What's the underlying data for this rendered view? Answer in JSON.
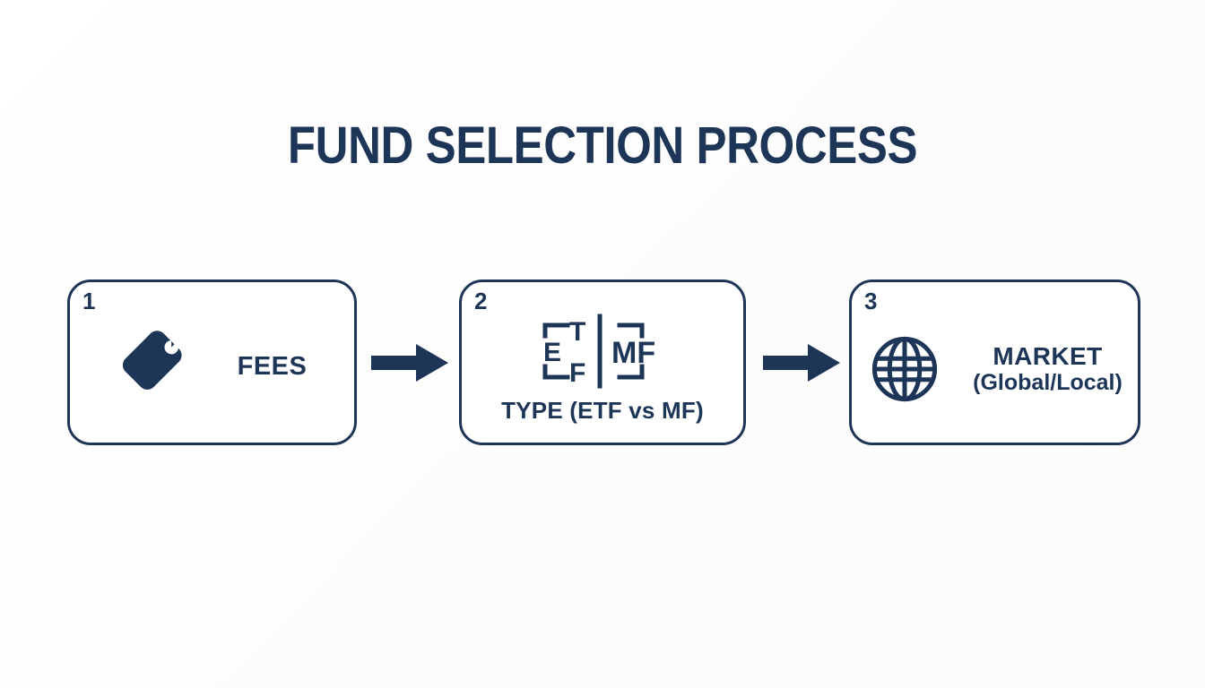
{
  "page": {
    "title": "FUND SELECTION PROCESS",
    "background_color": "#fdfdfd",
    "accent_color": "#1d3557"
  },
  "flow": {
    "steps": [
      {
        "number": "1",
        "label": "FEES",
        "sublabel": "",
        "icon": "price-tag-icon"
      },
      {
        "number": "2",
        "label": "TYPE (ETF vs MF)",
        "sublabel": "",
        "icon": "etf-vs-mf-icon",
        "icon_text": {
          "left_letters": [
            "E",
            "T",
            "F"
          ],
          "right_letters": "MF"
        }
      },
      {
        "number": "3",
        "label": "MARKET",
        "sublabel": "(Global/Local)",
        "icon": "globe-icon"
      }
    ],
    "connectors": [
      {
        "name": "arrow-step-1-to-2",
        "direction": "right"
      },
      {
        "name": "arrow-step-2-to-3",
        "direction": "right"
      }
    ]
  }
}
